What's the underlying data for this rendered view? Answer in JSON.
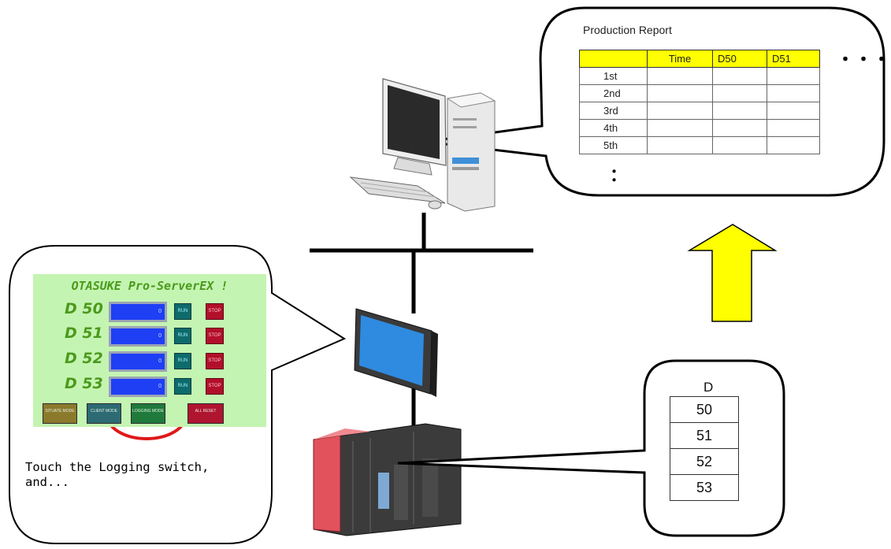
{
  "report": {
    "title": "Production Report",
    "headers": [
      "",
      "Time",
      "D50",
      "D51"
    ],
    "rows": [
      "1st",
      "2nd",
      "3rd",
      "4th",
      "5th"
    ],
    "more": "・・・",
    "vdots": "："
  },
  "registers": {
    "label": "D",
    "values": [
      "50",
      "51",
      "52",
      "53"
    ]
  },
  "hmi": {
    "title": "OTASUKE Pro-ServerEX !",
    "rows": [
      {
        "label": "D 50",
        "value": "0",
        "run": "RUN",
        "stop": "STOP"
      },
      {
        "label": "D 51",
        "value": "0",
        "run": "RUN",
        "stop": "STOP"
      },
      {
        "label": "D 52",
        "value": "0",
        "run": "RUN",
        "stop": "STOP"
      },
      {
        "label": "D 53",
        "value": "0",
        "run": "RUN",
        "stop": "STOP"
      }
    ],
    "buttons": [
      "SITUATE MODE",
      "CLIENT MODE",
      "LOGGING MODE",
      "ALL RESET"
    ]
  },
  "caption": "Touch the Logging switch,\nand...",
  "colors": {
    "report_header": "#ffff00",
    "arrow": "#ffff00",
    "highlight_circle": "#e01818",
    "hmi_background": "#c4f4b2"
  },
  "icons": [
    "desktop-pc-icon",
    "touch-panel-icon",
    "plc-unit-icon",
    "up-arrow-icon"
  ]
}
